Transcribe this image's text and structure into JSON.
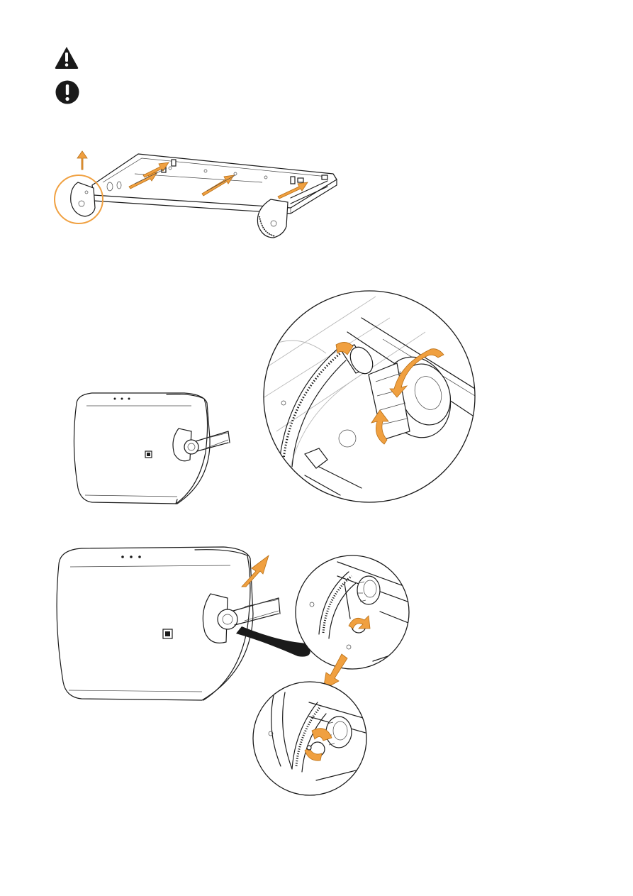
{
  "page": {
    "background": "#ffffff",
    "accent": "#f0a040",
    "line": "#1a1a1a"
  },
  "icons": {
    "warning": "warning-triangle-icon",
    "notice": "exclamation-circle-icon"
  },
  "figures": {
    "bracket": "bracket-assembly",
    "speaker_top": "speaker-with-bracket",
    "detail_knob": "knob-rotation-detail",
    "speaker_bottom": "speaker-angle-adjust",
    "detail_pin": "locking-pin-detail",
    "detail_locked": "locked-pin-detail"
  }
}
